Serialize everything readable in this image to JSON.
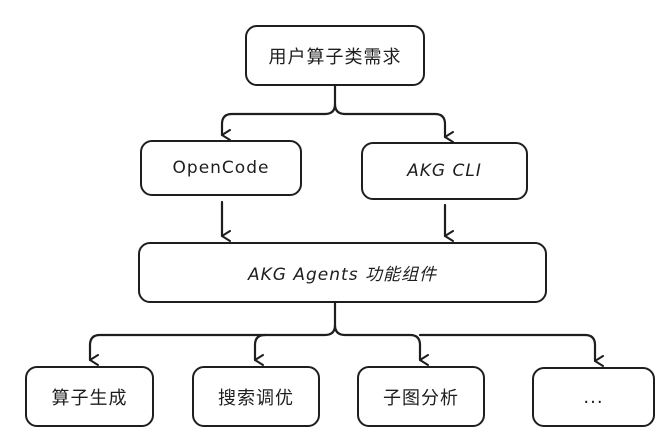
{
  "diagram": {
    "type": "flowchart",
    "nodes": {
      "root": "用户算子类需求",
      "opencode": "OpenCode",
      "cli": "AKG CLI",
      "agents": "AKG Agents 功能组件",
      "gen": "算子生成",
      "search": "搜索调优",
      "subgraph": "子图分析",
      "more": "..."
    },
    "edges": [
      {
        "from": "root",
        "to": "opencode"
      },
      {
        "from": "root",
        "to": "cli"
      },
      {
        "from": "opencode",
        "to": "agents"
      },
      {
        "from": "cli",
        "to": "agents"
      },
      {
        "from": "agents",
        "to": "gen"
      },
      {
        "from": "agents",
        "to": "search"
      },
      {
        "from": "agents",
        "to": "subgraph"
      },
      {
        "from": "agents",
        "to": "more"
      }
    ],
    "stroke_color": "#1e1e1e"
  }
}
